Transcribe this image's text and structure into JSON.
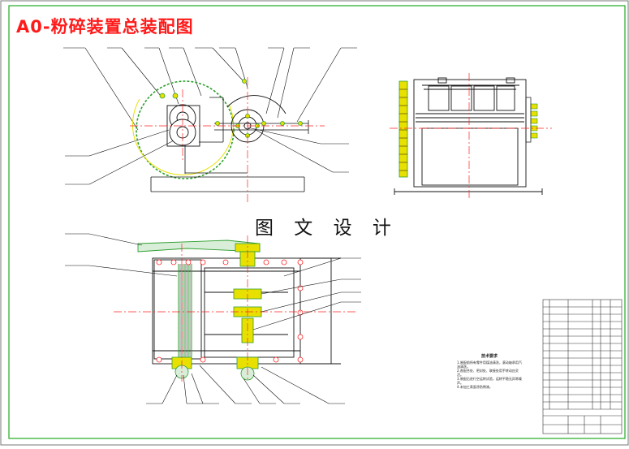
{
  "drawing": {
    "title": "A0-粉碎装置总装配图",
    "stamp": "图 文 设 计"
  },
  "notes": {
    "heading": "技术要求",
    "lines": [
      "1.装配前所有零件用煤油清洗，滚动轴承用汽油清洗。",
      "2.各配合处、密封处、联接处用手转动应灵活。",
      "3.装配后进行空运转试验，运转平稳无异常噪声。",
      "4.未加工表面涂防锈漆。"
    ]
  },
  "colors": {
    "frame": "#22aa22",
    "title": "#ff1a1a",
    "centerline": "#ff2222",
    "part": "#111111",
    "yellow": "#e8e000",
    "green": "#2e9e2e"
  }
}
